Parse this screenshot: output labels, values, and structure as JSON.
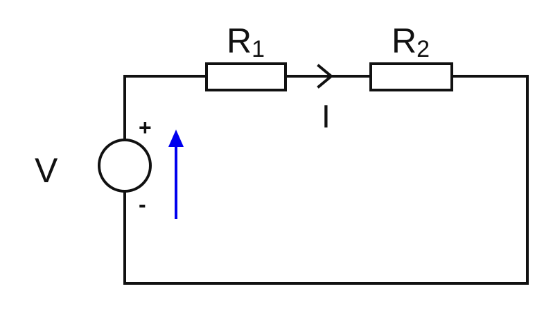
{
  "labels": {
    "voltage": "V",
    "current": "I",
    "r1_symbol": "R",
    "r1_sub": "1",
    "r2_symbol": "R",
    "r2_sub": "2",
    "plus": "+",
    "minus": "-"
  },
  "colors": {
    "line": "#111111",
    "arrow": "#0000ee",
    "background": "#ffffff"
  }
}
